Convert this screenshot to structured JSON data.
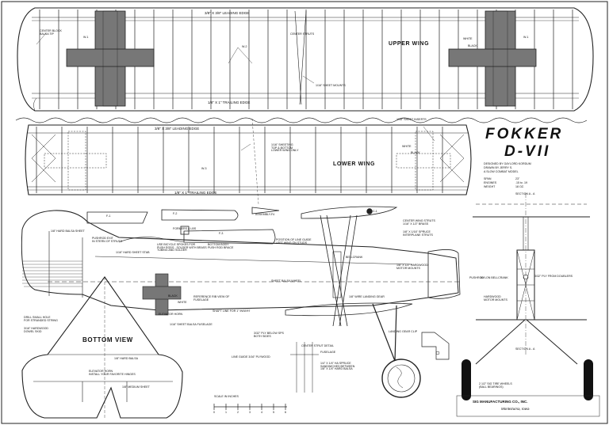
{
  "title": {
    "line1": "FOKKER",
    "line2": "D-VII"
  },
  "designer": {
    "line1": "DESIGNED BY GAYLORD KORDUM",
    "line2": "DRAWN BY JERRY S.",
    "line3": "A SLOW COMBAT MODEL"
  },
  "specs": [
    {
      "label": "SPAN",
      "value": "23\""
    },
    {
      "label": "ENGINES",
      "value": ".15 to .19"
    },
    {
      "label": "WEIGHT",
      "value": "18 OZ."
    }
  ],
  "upper_wing": {
    "name": "UPPER WING",
    "leading_edge": "3/8\" X 3/8\" LEADING EDGE",
    "trailing_edge": "1/8\" X 1\" TRAILING EDGE",
    "center_struts": "CENTER STRUTS",
    "mounts": "1/16\" SHEET MOUNTS",
    "tip": "CENTER BLOCK\nBALSA TIP",
    "rib_w1": "W-1",
    "rib_w2": "W-2",
    "white": "WHITE",
    "black": "BLACK"
  },
  "lower_wing": {
    "name": "LOWER WING",
    "leading_edge": "3/8\" X 3/8\" LEADING EDGE",
    "trailing_edge": "1/8\" X 1\" TRAILING EDGE",
    "sheeting": "1/16\" SHEETING\nTOP & BOTTOM\nLOWER WING ONLY",
    "sheet_inserts": "1/16\" SHEET INSERTS",
    "white": "WHITE",
    "black": "BLACK",
    "rib_w3": "W-3"
  },
  "fuselage": {
    "f1": "F-1",
    "f2": "F-2",
    "f3": "F-3",
    "f4": "F-4",
    "assembly": "ASSEMBLY-F4",
    "formers": "FORMERS & LBS",
    "hard_balsa": "1/8\" HARD BALSA SHEET",
    "pushrod": "PUSHROD EXIT\nIN STERN OF STRUTS",
    "hard_sheet": "1/16\" HARD SHEET STAB",
    "bellcrank": "BELLCRANK",
    "leadouts": "USE BICYCLE SPOKES FOR\nPUSH RODS - SOLDER WITH BRASS\nTUBING AND SOLDER",
    "pushrod_brace": "BOTTOM BODY\nPUSH ROD BRACE",
    "sheet_balsa_fuse": "1/16\" SHEET BALSA FUSELAGE",
    "lead_out": "SHAFT LINE FOR 1\" INSERT",
    "elevator": "ELEVATOR HORN",
    "top_view": "REFERENCE RIB VIEW OF\nFUSELAGE",
    "strut_note": "POSITION OF LINE GUIDE\nLEFT WING ON STUDS",
    "center_strut": "CENTER WING STRUTS\n1/16\" X 1/2\" BRASS",
    "spruce_strut": "1/8\" X 1/16\" SPRUCE\nINTERPLANE STRUTS",
    "landing_mounts": "1/8\" X 1/2\" HARDWOOD\nMOTOR MOUNTS",
    "wheel_note": "SHEET BALSA WHEEL",
    "drill": "DRILL SMALL HOLE\nFOR STRANDED STRING",
    "dowel": "3/16\" HARDWOOD\nDOWEL SKID",
    "ply": "3/32\" PLY BELOW SPS\nBOTH SIDES",
    "landing_clip": "LANDING GEAR CLIP",
    "line_guide": "LINE GUIDE 3/16\" PLYWOOD",
    "grommet": "1/8\" WIRE LANDING GEAR",
    "white": "WHITE",
    "black": "BLACK",
    "cowl": "C-1"
  },
  "bottom_view": {
    "name": "BOTTOM VIEW",
    "hard_balsa": "1/8\" HARD BALSA",
    "elevator_horn": "ELEVATOR HORN\nINSTALL YOUR FAVORITE HINGES",
    "medium_sheet": "1/8\" MEDIUM SHEET"
  },
  "strut_detail": {
    "title": "CENTER STRUT DETAIL",
    "fuselage": "FUSELAGE",
    "spruce": "1/4\" X 1/4\" HA SPRUCE\nSANDWICHED BETWEEN\n1/8\" X 1/4\" HARD BALSA"
  },
  "section": {
    "top": "SECTION A - A",
    "bottom": "SECTION A - A",
    "pushrod": "PUSHROD",
    "nylon": "NYLON BELLCRANK",
    "ply_former": "3/32\" PLY FROM DOUBLERS",
    "mounts": "HARDWOOD\nMOTOR MOUNTS",
    "wheels": "2 1/2\" SIG TIRE WHEELS\n(BALL BEARINGS)"
  },
  "scale": {
    "label": "SCALE IN INCHES",
    "ticks": [
      "0",
      "1",
      "2",
      "3",
      "4",
      "5",
      "6"
    ]
  },
  "company": {
    "name": "SIG MANUFACTURING CO., INC.",
    "city": "Montezuma, Iowa"
  }
}
